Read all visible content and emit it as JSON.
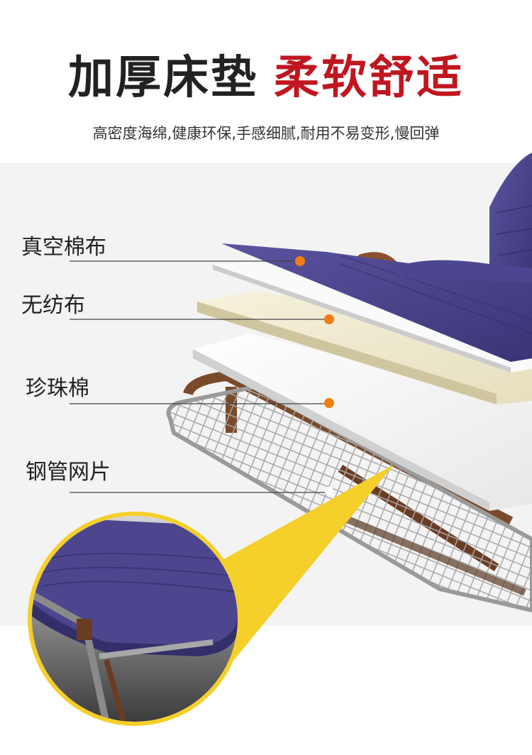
{
  "header": {
    "title_left": "加厚床垫",
    "title_right": "柔软舒适",
    "subtitle": "高密度海绵,健康环保,手感细腻,耐用不易变形,慢回弹"
  },
  "layers": [
    {
      "label": "真空棉布"
    },
    {
      "label": "无纺布"
    },
    {
      "label": "珍珠棉"
    },
    {
      "label": "钢管网片"
    }
  ],
  "colors": {
    "title_dark": "#222222",
    "title_red": "#c0161f",
    "fabric_purple": "#4a4488",
    "dot_orange": "#f07d14",
    "callout_yellow": "#f5cf2a",
    "frame_brown": "#7a4a2a",
    "mesh_gray": "#9a9a9a"
  }
}
